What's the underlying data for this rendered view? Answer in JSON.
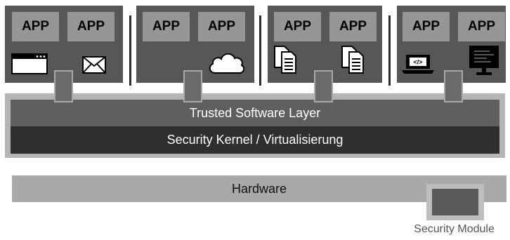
{
  "compartments": [
    {
      "apps": [
        "APP",
        "APP"
      ],
      "icons": [
        "browser-window",
        "envelope"
      ]
    },
    {
      "apps": [
        "APP",
        "APP"
      ],
      "icons": [
        "cloud"
      ]
    },
    {
      "apps": [
        "APP",
        "APP"
      ],
      "icons": [
        "documents",
        "documents"
      ]
    },
    {
      "apps": [
        "APP",
        "APP"
      ],
      "icons": [
        "laptop-code",
        "monitor"
      ]
    }
  ],
  "layers": {
    "trusted": "Trusted Software Layer",
    "kernel": "Security Kernel / Virtualisierung",
    "hardware": "Hardware"
  },
  "security_module": {
    "label": "Security Module"
  },
  "colors": {
    "compartment": "#575757",
    "app_badge": "#969696",
    "trusted_layer": "#5f5f5f",
    "kernel_layer": "#2f2f2f",
    "hardware": "#a9a9a9"
  }
}
